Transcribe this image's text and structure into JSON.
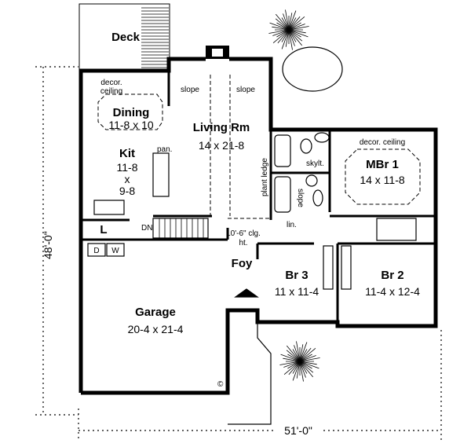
{
  "plan": {
    "overall_depth": "48'-0\"",
    "overall_width": "51'-0\"",
    "rooms": {
      "deck": {
        "name": "Deck"
      },
      "dining": {
        "name": "Dining",
        "size": "11-8 x 10",
        "note_1": "decor.",
        "note_2": "ceiling"
      },
      "kitchen": {
        "name": "Kit",
        "size_1": "11-8",
        "size_x": "x",
        "size_2": "9-8",
        "pantry": "pan."
      },
      "living": {
        "name": "Living Rm",
        "size": "14 x 21-8",
        "slope_left": "slope",
        "slope_right": "slope",
        "plant_ledge": "plant ledge"
      },
      "master": {
        "name": "MBr 1",
        "size": "14 x 11-8",
        "note": "decor. ceiling"
      },
      "bath": {
        "skylight": "skylt.",
        "slope": "slope",
        "linen": "lin."
      },
      "laundry": {
        "name": "L",
        "dryer": "D",
        "washer": "W",
        "stair_down": "DN"
      },
      "ceiling_note": {
        "line_1": "10'-6\" clg.",
        "line_2": "ht."
      },
      "foyer": {
        "name": "Foy"
      },
      "br3": {
        "name": "Br 3",
        "size": "11 x 11-4"
      },
      "br2": {
        "name": "Br 2",
        "size": "11-4 x 12-4"
      },
      "garage": {
        "name": "Garage",
        "size": "20-4 x 21-4"
      }
    },
    "copyright_mark": "©"
  }
}
